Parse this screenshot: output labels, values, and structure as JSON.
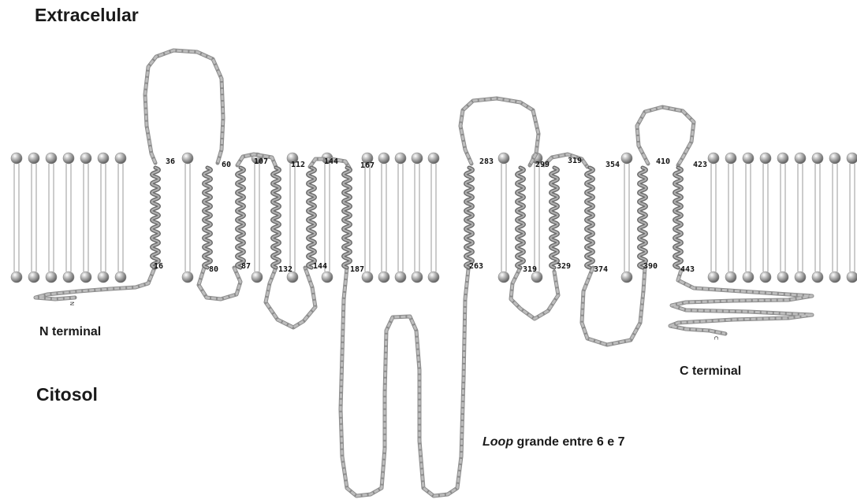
{
  "labels": {
    "extracelular": "Extracelular",
    "citosol": "Citosol",
    "n_terminal": "N terminal",
    "c_terminal": "C terminal",
    "loop_italic": "Loop",
    "loop_rest": " grande entre 6 e 7"
  },
  "terminus_marks": {
    "n": "N",
    "c": "C"
  },
  "residue_numbers": {
    "top": [
      "36",
      "60",
      "107",
      "112",
      "144",
      "167",
      "283",
      "299",
      "319",
      "354",
      "410",
      "423"
    ],
    "bottom": [
      "16",
      "80",
      "87",
      "132",
      "144",
      "187",
      "263",
      "319",
      "329",
      "374",
      "390",
      "443"
    ]
  },
  "colors": {
    "lipid_head": "#8a8a8a",
    "chain": "#9a9a9a",
    "helix": "#7a7a7a",
    "text": "#111111"
  }
}
